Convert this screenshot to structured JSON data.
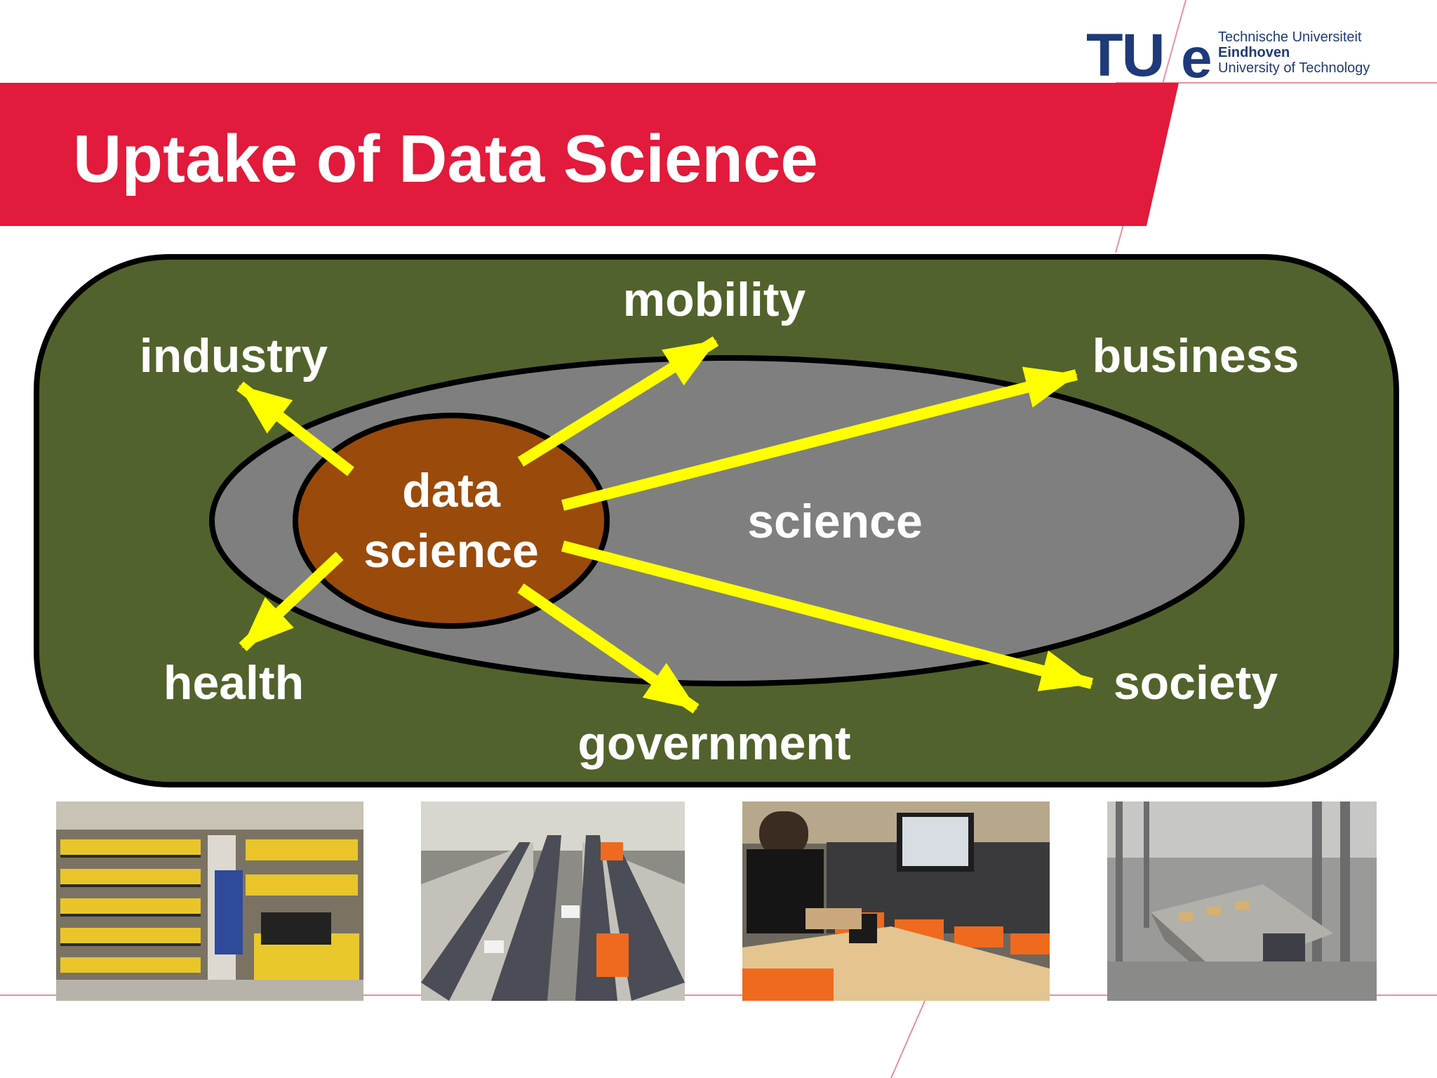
{
  "slide": {
    "title": "Uptake of Data Science"
  },
  "logo": {
    "tu": "TU",
    "e": "e",
    "line1": "Technische Universiteit",
    "line2": "Eindhoven",
    "line3": "University of Technology"
  },
  "diagram": {
    "center_line1": "data",
    "center_line2": "science",
    "middle": "science",
    "outer": {
      "industry": "industry",
      "mobility": "mobility",
      "business": "business",
      "health": "health",
      "government": "government",
      "society": "society"
    }
  },
  "colors": {
    "brand_red": "#e21a3b",
    "brand_blue": "#1f3a7a",
    "outer_green": "#52622c",
    "middle_gray": "#7f7f7f",
    "core_brown": "#9a4a0b",
    "arrow_yellow": "#ffff00"
  },
  "photos": [
    {
      "icon": "warehouse-shelving-robot-photo"
    },
    {
      "icon": "conveyor-belt-photo"
    },
    {
      "icon": "packing-workstation-photo"
    },
    {
      "icon": "automated-warehouse-hall-photo"
    }
  ]
}
